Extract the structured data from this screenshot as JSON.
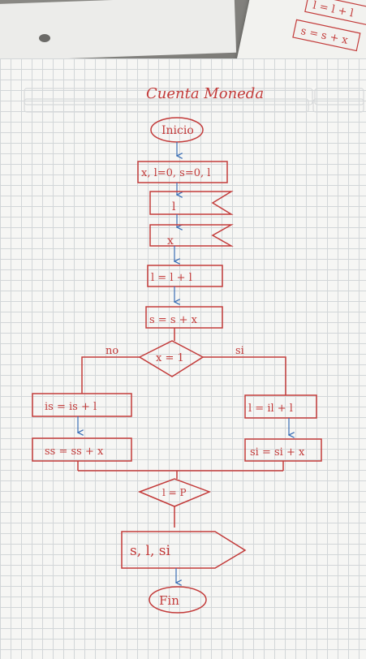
{
  "title": "Cuenta Moneda",
  "nodes": {
    "start": "Inicio",
    "init": "x, l=0, s=0, l",
    "input1": "l",
    "input2": "x",
    "proc_l": "l = l + l",
    "proc_s": "s = s + x",
    "cond1": "x = 1",
    "cond1_no": "no",
    "cond1_si": "si",
    "proc_is": "is = is + l",
    "proc_ss": "ss = ss + x",
    "proc_il": "l = il + l",
    "proc_si": "si = si + x",
    "cond2": "l = P",
    "output": "s, l, si",
    "end": "Fin"
  },
  "background_sheet": {
    "line1": "l = l + l",
    "line2": "s = s + x"
  },
  "colors": {
    "ink": "#c33b3a",
    "grid": "#d2d6d8",
    "paper": "#f6f6f4"
  }
}
